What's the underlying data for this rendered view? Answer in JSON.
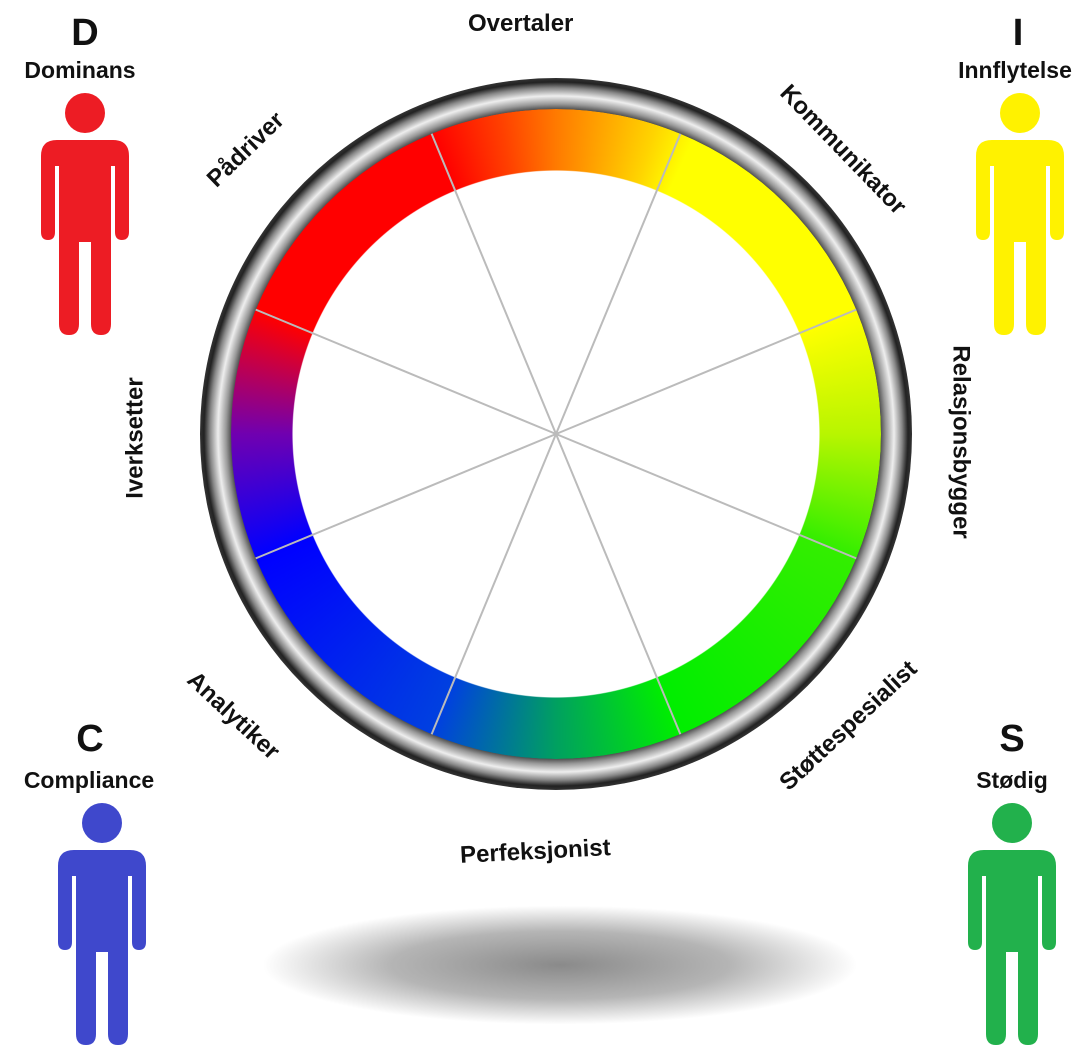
{
  "profiles": [
    {
      "letter": "D",
      "name": "Dominans",
      "color": "#ed1c24"
    },
    {
      "letter": "I",
      "name": "Innflytelse",
      "color": "#fff200"
    },
    {
      "letter": "C",
      "name": "Compliance",
      "color": "#3f48cc"
    },
    {
      "letter": "S",
      "name": "Stødig",
      "color": "#22b14c"
    }
  ],
  "wheel": {
    "segments": [
      "Overtaler",
      "Kommunikator",
      "Relasjonsbygger",
      "Støttespesialist",
      "Perfeksjonist",
      "Analytiker",
      "Iverksetter",
      "Pådriver"
    ]
  }
}
